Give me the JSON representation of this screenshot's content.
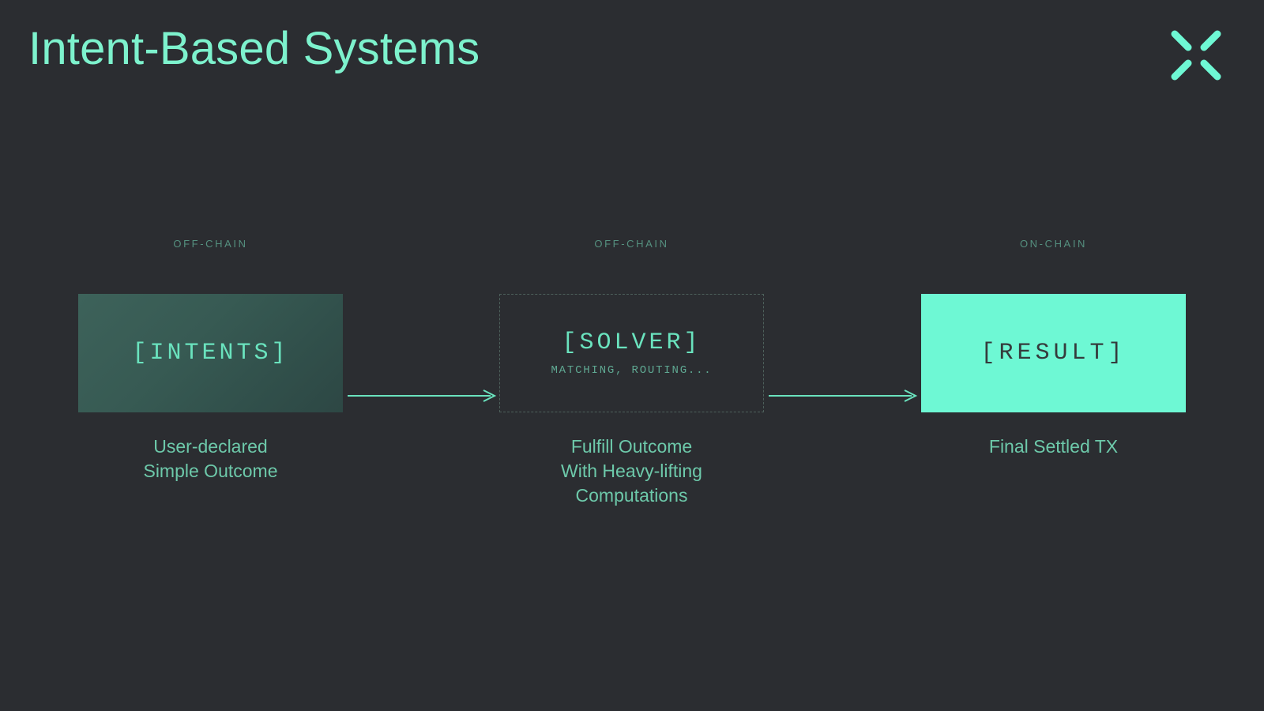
{
  "header": {
    "title": "Intent-Based Systems",
    "logo_icon": "x-mark-logo-icon"
  },
  "colors": {
    "background": "#2b2d31",
    "accent_mint": "#7df2cd",
    "result_fill": "#6ef8d4",
    "muted_teal": "#55907f",
    "dashed_border": "#4d605b",
    "caption_text": "#6dc9aa"
  },
  "flow": {
    "stages": [
      {
        "chain_tag": "OFF-CHAIN",
        "label": "[INTENTS]",
        "sublabel": "",
        "caption_lines": [
          "User-declared",
          "Simple Outcome"
        ],
        "style": "gradient-filled"
      },
      {
        "chain_tag": "OFF-CHAIN",
        "label": "[SOLVER]",
        "sublabel": "MATCHING, ROUTING...",
        "caption_lines": [
          "Fulfill Outcome",
          "With Heavy-lifting",
          "Computations"
        ],
        "style": "dashed-outline"
      },
      {
        "chain_tag": "ON-CHAIN",
        "label": "[RESULT]",
        "sublabel": "",
        "caption_lines": [
          "Final Settled TX"
        ],
        "style": "solid-filled"
      }
    ],
    "connectors": [
      {
        "icon": "arrow-right-icon",
        "from": "intents",
        "to": "solver"
      },
      {
        "icon": "arrow-right-icon",
        "from": "solver",
        "to": "result"
      }
    ]
  }
}
